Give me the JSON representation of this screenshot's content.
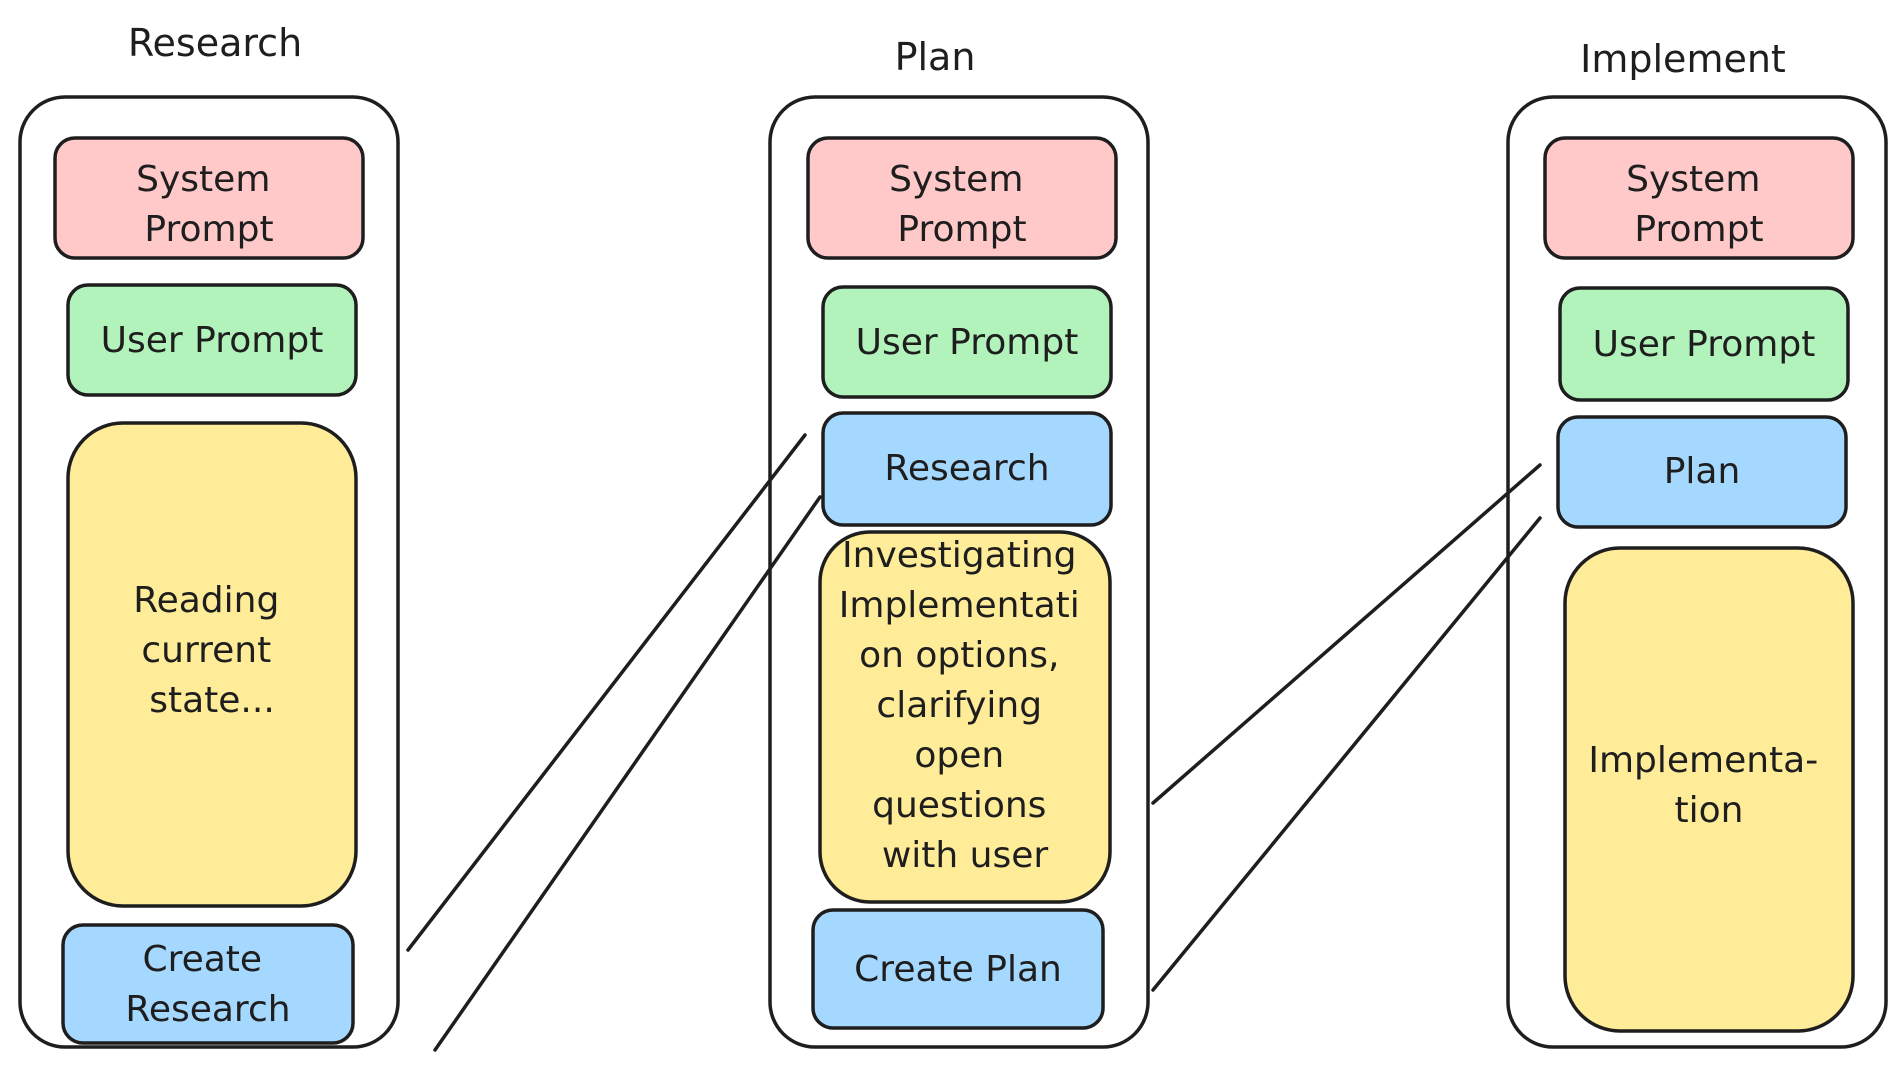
{
  "colors": {
    "system": "#ffc9c9",
    "user": "#b2f2bb",
    "blue": "#a5d8ff",
    "yellow": "#ffec99",
    "stroke": "#1e1e1e"
  },
  "columns": [
    {
      "title": "Research",
      "blocks": [
        {
          "kind": "system",
          "lines": [
            "System",
            "Prompt"
          ]
        },
        {
          "kind": "user",
          "lines": [
            "User Prompt"
          ]
        },
        {
          "kind": "yellow",
          "lines": [
            "Reading",
            "current",
            "state..."
          ]
        },
        {
          "kind": "blue",
          "lines": [
            "Create",
            "Research"
          ]
        }
      ]
    },
    {
      "title": "Plan",
      "blocks": [
        {
          "kind": "system",
          "lines": [
            "System",
            "Prompt"
          ]
        },
        {
          "kind": "user",
          "lines": [
            "User Prompt"
          ]
        },
        {
          "kind": "blue",
          "lines": [
            "Research"
          ]
        },
        {
          "kind": "yellow",
          "lines": [
            "Investigating",
            "Implementati",
            "on options,",
            "clarifying",
            "open",
            "questions",
            "with user"
          ]
        },
        {
          "kind": "blue",
          "lines": [
            "Create Plan"
          ]
        }
      ]
    },
    {
      "title": "Implement",
      "blocks": [
        {
          "kind": "system",
          "lines": [
            "System",
            "Prompt"
          ]
        },
        {
          "kind": "user",
          "lines": [
            "User Prompt"
          ]
        },
        {
          "kind": "blue",
          "lines": [
            "Plan"
          ]
        },
        {
          "kind": "yellow",
          "lines": [
            "Implementa-",
            "tion"
          ]
        }
      ]
    }
  ]
}
